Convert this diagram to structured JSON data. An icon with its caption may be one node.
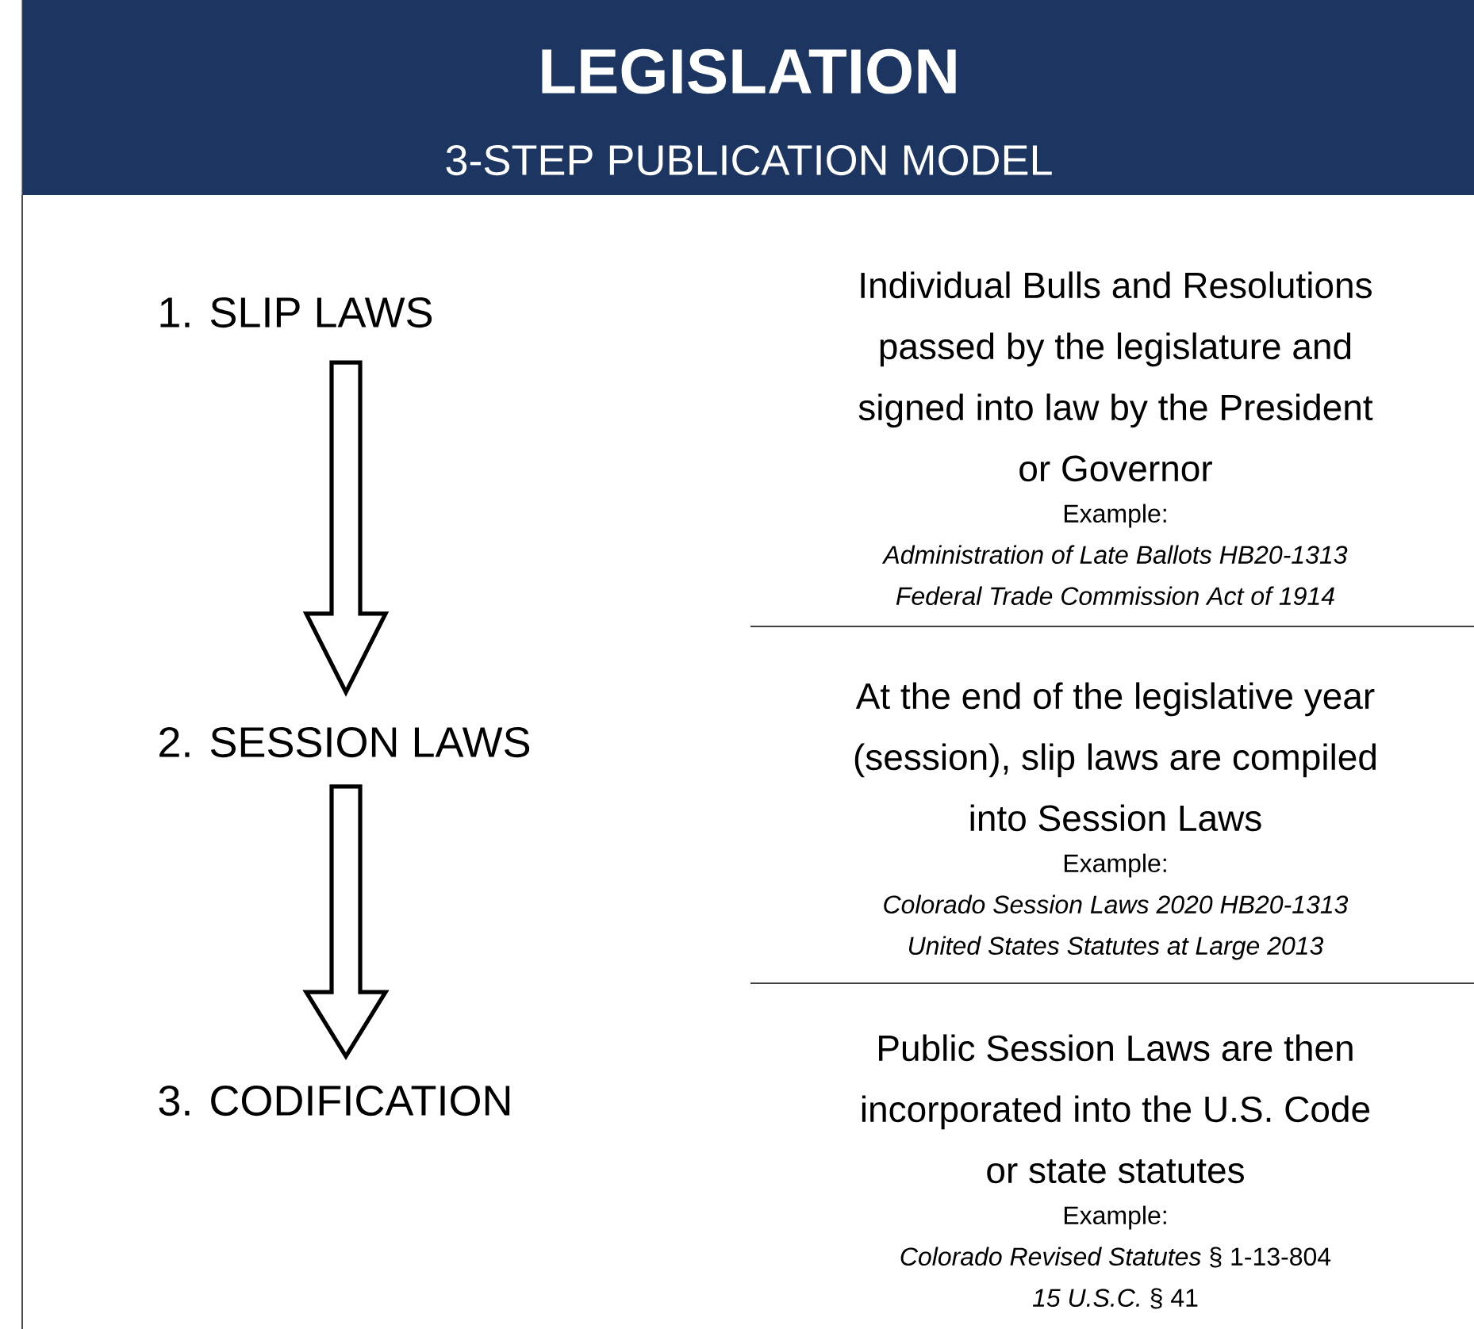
{
  "diagram": {
    "title": "LEGISLATION",
    "nodes": [
      {
        "text": [
          "1. SLIP LAWS"
        ],
        "beside": [
          "Individual Bulls and Resolutions passed by the legislature and signed into law by the President or Governor",
          "Example:",
          "Administration of Late Ballots HB20-1313",
          "Federal Trade Commission Act of 1914"
        ]
      },
      {
        "text": [
          "2. SESSION LAWS"
        ],
        "beside": [
          "At the end of the legislative year (session), slip laws are compiled into Session Laws",
          "Example:",
          "Colorado Session Laws 2020 HB20-1313",
          "United States Statutes at Large 2013"
        ]
      },
      {
        "text": [
          "3. CODIFICATION"
        ],
        "beside": [
          "Public Session Laws are then incorporated into the U.S. Code or state statutes",
          "Example:",
          "*Colorado Revised Statutes* § 1-13-804",
          "*15 U.S.C.* § 41"
        ]
      }
    ],
    "edges": [
      {
        "from": 0,
        "to": 1,
        "arrow": "to"
      },
      {
        "from": 1,
        "to": 2,
        "arrow": "to"
      }
    ],
    "labels": [
      "3-STEP PUBLICATION MODEL"
    ]
  }
}
